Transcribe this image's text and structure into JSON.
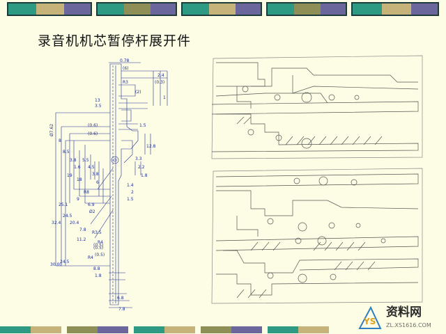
{
  "slide": {
    "title": "录音机机芯暂停杆展开件"
  },
  "colors": {
    "background": "#fdfce4",
    "band_green": "#2e9a83",
    "band_purple": "#6b679d",
    "band_tan": "#c6b37a",
    "band_olive": "#8d8f56",
    "dimension_ink": "#1f2f96",
    "outline_ink": "#555555"
  },
  "dimension_labels": [
    "0.78",
    "2.4",
    "(6)",
    "(0.3)",
    "R3",
    "1",
    "(2)",
    "13",
    "3.5",
    "(0.6)",
    "(0.6)",
    "Ø7.62",
    "8",
    "8.5",
    "1.5",
    "3.8",
    "1.6",
    "19",
    "18",
    "12.8",
    "5.5",
    "4.5",
    "3.8",
    "6",
    "3.3",
    "2.2",
    "1.8",
    "R8",
    "9",
    "6.9",
    "Ø2",
    "25.1",
    "24.5",
    "32.4",
    "20.4",
    "7.8",
    "R3.5",
    "R4",
    "11.2",
    "1.4",
    "2",
    "1.5",
    "(0.5)",
    "(0.5)",
    "30.00",
    "24.5",
    "R4",
    "(0.5)",
    "8.8",
    "1.8",
    "7.8",
    "6.8"
  ],
  "watermark": {
    "logo_glyph": "YS",
    "text": "资料网",
    "url": "ZL.XS1616.COM"
  }
}
